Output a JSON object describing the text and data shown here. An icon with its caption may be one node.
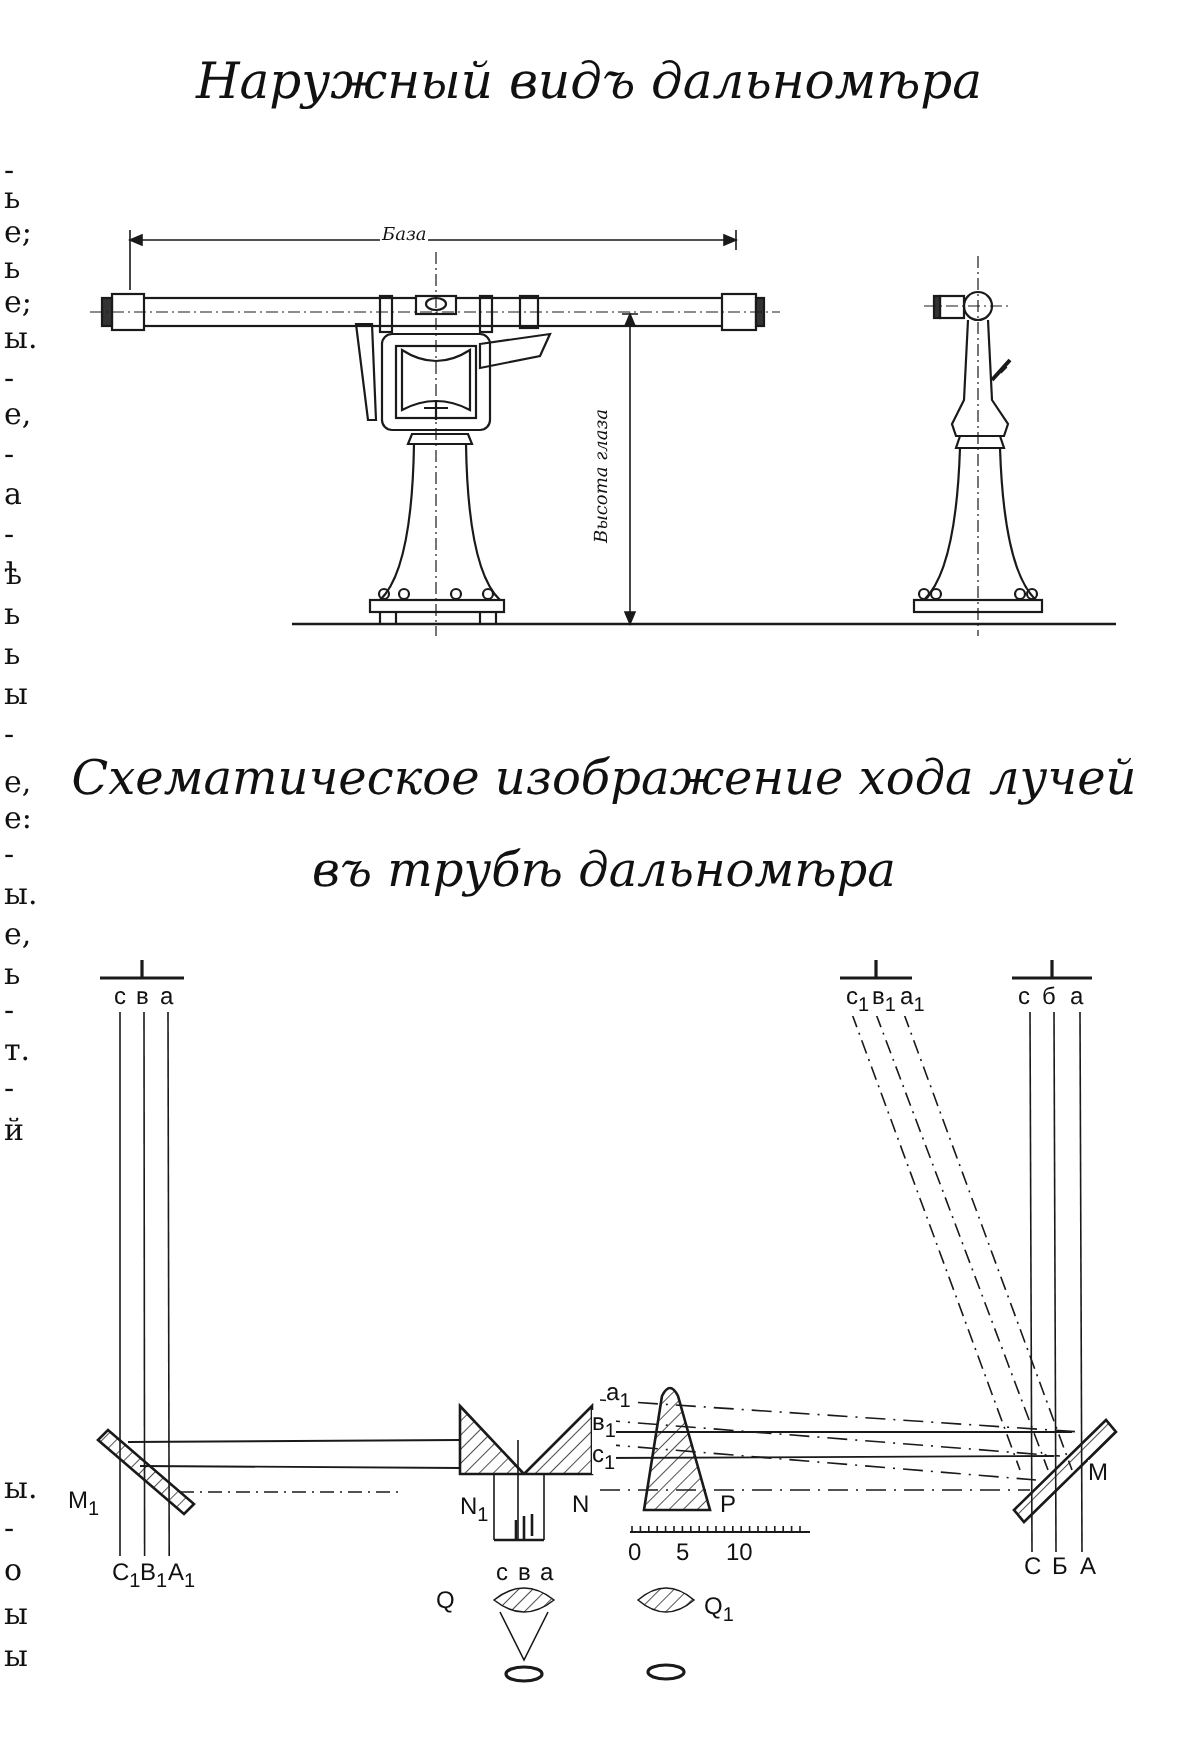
{
  "diagram": {
    "title": "Наружный видъ дальномѣра",
    "labels": [
      "База",
      "Высота глаза",
      "Схематическое изображение хода лучей въ трубѣ дальномѣра",
      "c",
      "в",
      "a",
      "c$_{1}$",
      "в$_{1}$",
      "a$_{1}$",
      "c",
      "б",
      "a",
      "a$_{1}$",
      "в$_{1}$",
      "c$_{1}$",
      "M$_{1}$",
      "N$_{1}$",
      "N",
      "P",
      "M",
      "0",
      "5",
      "10",
      "C$_{1}$",
      "B$_{1}$",
      "A$_{1}$",
      "c",
      "в",
      "a",
      "C",
      "Б",
      "A",
      "Q",
      "Q$_{1}$",
      "-",
      "ь",
      "е;",
      "ь",
      "е;",
      "ы.",
      "-",
      "е,",
      "-",
      "а",
      "-",
      "ѣ",
      "ь",
      "ь",
      "ы",
      "-",
      "е,",
      "е:",
      "-",
      "ы.",
      "е,",
      "ь",
      "-",
      "т.",
      "-",
      "й",
      "ы.",
      "-",
      "о",
      "ы",
      "ы"
    ]
  }
}
